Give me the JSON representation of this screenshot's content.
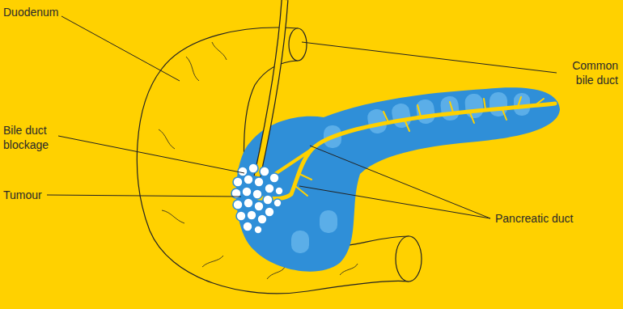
{
  "diagram": {
    "labels": [
      "Duodenum",
      "Common bile duct",
      "Bile duct blockage",
      "Tumour",
      "Pancreatic duct"
    ]
  }
}
